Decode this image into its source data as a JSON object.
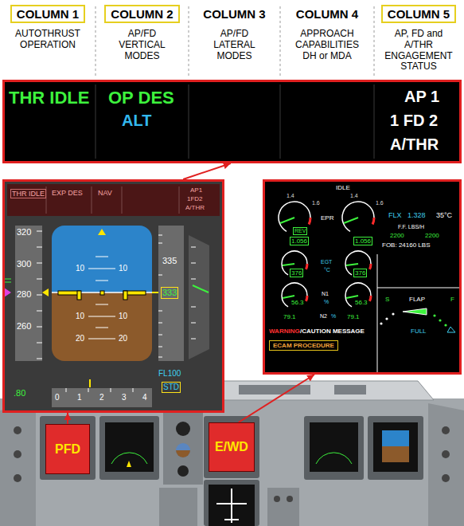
{
  "diagram": {
    "nodes": [
      {
        "text": [
          "COLUMN 1"
        ]
      },
      {
        "text": [
          "COLUMN 2"
        ]
      },
      {
        "text": [
          "COLUMN 5"
        ]
      },
      {
        "text": [
          "THR IDLE",
          "OP DES",
          "ALT",
          "AP 1",
          "1 FD 2",
          "A/THR"
        ]
      },
      {
        "text": [
          "THR IDLE",
          "EXP DES",
          "NAV",
          "AP1",
          "1FD2",
          "A/THR",
          "320",
          "300",
          "280",
          "260",
          "10",
          "10",
          "10",
          "10",
          "20",
          "20",
          "335",
          "333",
          "FL100",
          "STD",
          ".80",
          "0",
          "1",
          "2",
          "3",
          "4"
        ]
      },
      {
        "text": [
          "IDLE",
          "1.4",
          "1.6",
          "1.4",
          "1.6",
          "REV",
          "1.056",
          "EPR",
          "1.056",
          "FLX",
          "1.328",
          "35°C",
          "F.F. LBS/H",
          "2200",
          "2200",
          "FOB: 24160 LBS",
          "376",
          "EGT",
          "°C",
          "376",
          "56.3",
          "N1",
          "%",
          "56.3",
          "79.1",
          "N2",
          "%",
          "79.1",
          "WARNING",
          "/CAUTION MESSAGE",
          "S",
          "FLAP",
          "F",
          "FULL"
        ]
      },
      {
        "text": [
          "ECAM PROCEDURE"
        ],
        "in": 5
      },
      {
        "text": [
          "PFD"
        ]
      },
      {
        "text": [
          "E/WD"
        ]
      }
    ],
    "edges": [
      {
        "from": 4,
        "to": 3,
        "arrow": "to"
      },
      {
        "from": 7,
        "to": 4,
        "arrow": "to"
      },
      {
        "from": 8,
        "to": 5,
        "arrow": "to"
      }
    ],
    "labels": [
      "COLUMN 3",
      "COLUMN 4",
      "AUTOTHRUST OPERATION",
      "AP/FD VERTICAL MODES",
      "AP/FD LATERAL MODES",
      "APPROACH CAPABILITIES DH or MDA",
      "AP, FD and A/THR ENGAGEMENT STATUS"
    ]
  }
}
